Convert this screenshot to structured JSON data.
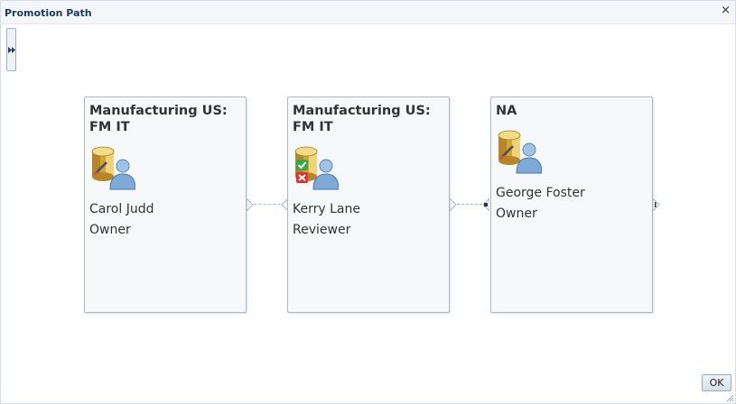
{
  "dialog": {
    "title": "Promotion Path",
    "close_label": "×",
    "ok_label": "OK"
  },
  "cards": [
    {
      "title": "Manufacturing US: FM IT",
      "name": "Carol Judd",
      "role": "Owner",
      "icon": "owner-database-user-icon"
    },
    {
      "title": "Manufacturing US: FM IT",
      "name": "Kerry Lane",
      "role": "Reviewer",
      "icon": "reviewer-database-user-icon"
    },
    {
      "title": "NA",
      "name": "George Foster",
      "role": "Owner",
      "icon": "owner-database-user-icon"
    }
  ],
  "colors": {
    "title_text": "#1e3a5a",
    "card_border": "#a9b8c9",
    "card_bg": "#f7f8fa"
  }
}
